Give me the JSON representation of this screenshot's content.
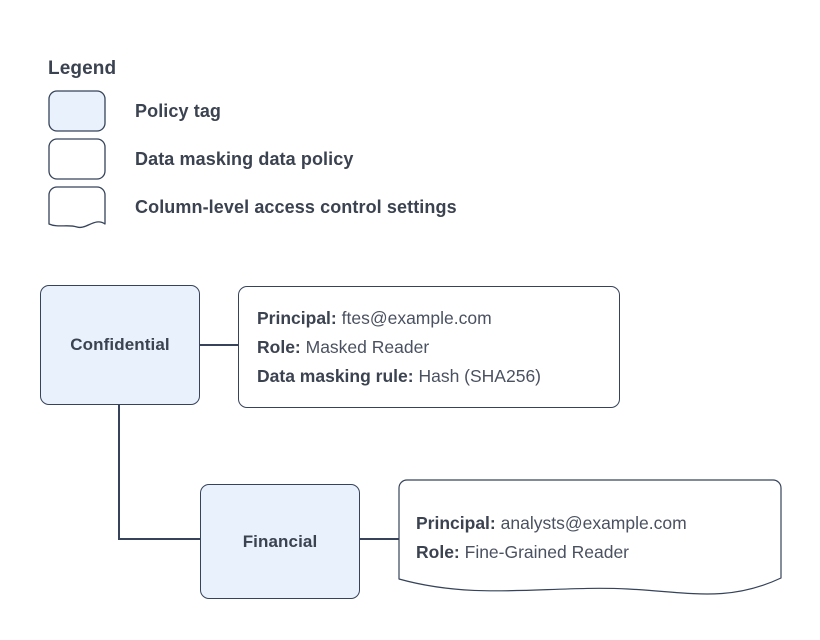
{
  "legend": {
    "title": "Legend",
    "items": [
      {
        "label": "Policy tag",
        "shape": "rounded-rect-filled",
        "icon": "policy-tag-swatch-icon"
      },
      {
        "label": "Data masking data policy",
        "shape": "rounded-rect",
        "icon": "data-policy-swatch-icon"
      },
      {
        "label": "Column-level access control settings",
        "shape": "document-wave",
        "icon": "document-swatch-icon"
      }
    ]
  },
  "nodes": [
    {
      "id": "confidential",
      "label": "Confidential"
    },
    {
      "id": "financial",
      "label": "Financial"
    }
  ],
  "panels": [
    {
      "id": "confidential-policy",
      "shape": "rounded-rect",
      "lines": [
        {
          "key": "Principal:",
          "value": "ftes@example.com"
        },
        {
          "key": "Role:",
          "value": "Masked Reader"
        },
        {
          "key": "Data masking rule:",
          "value": "Hash (SHA256)"
        }
      ]
    },
    {
      "id": "financial-access",
      "shape": "document-wave",
      "lines": [
        {
          "key": "Principal:",
          "value": "analysts@example.com"
        },
        {
          "key": "Role:",
          "value": "Fine-Grained Reader"
        }
      ]
    }
  ],
  "colors": {
    "node_fill": "#e9f1fc",
    "stroke": "#36435a",
    "text": "#3b4250",
    "value_text": "#4a5160",
    "background": "#ffffff"
  }
}
